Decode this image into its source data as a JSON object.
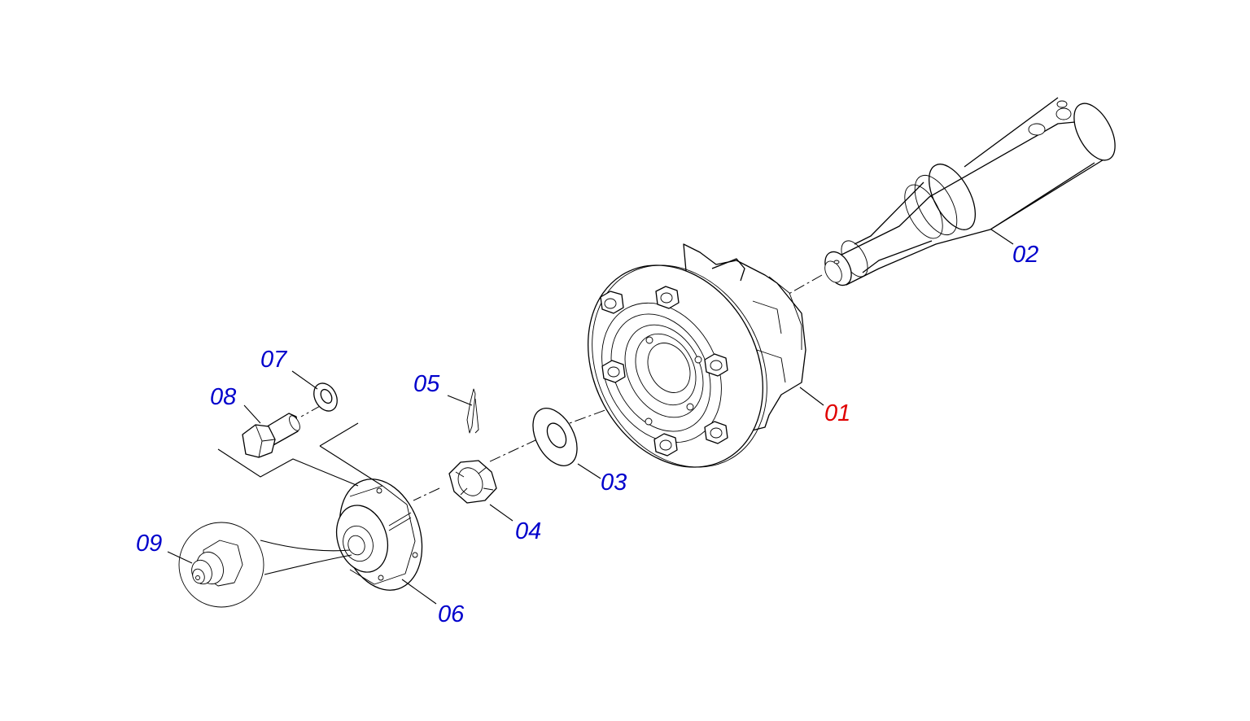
{
  "callouts": [
    {
      "id": "01",
      "label": "01",
      "color": "#e00000"
    },
    {
      "id": "02",
      "label": "02",
      "color": "#0000cc"
    },
    {
      "id": "03",
      "label": "03",
      "color": "#0000cc"
    },
    {
      "id": "04",
      "label": "04",
      "color": "#0000cc"
    },
    {
      "id": "05",
      "label": "05",
      "color": "#0000cc"
    },
    {
      "id": "06",
      "label": "06",
      "color": "#0000cc"
    },
    {
      "id": "07",
      "label": "07",
      "color": "#0000cc"
    },
    {
      "id": "08",
      "label": "08",
      "color": "#0000cc"
    },
    {
      "id": "09",
      "label": "09",
      "color": "#0000cc"
    }
  ],
  "colors": {
    "line": "#000000",
    "highlight": "#e00000",
    "label": "#0000cc"
  }
}
